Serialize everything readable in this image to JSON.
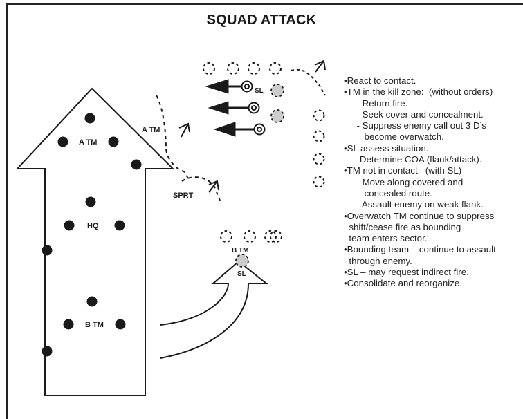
{
  "title": "SQUAD ATTACK",
  "diagram_labels": {
    "a_tm": "A TM",
    "a_tm_move": "A TM",
    "hq": "HQ",
    "b_tm": "B TM",
    "sprt": "SPRT",
    "sl_top": "SL",
    "b_tm_objective": "B TM",
    "sl_objective": "SL"
  },
  "notes": [
    "•React to contact.",
    "•TM in the kill zone:  (without orders)",
    "     - Return fire.",
    "     - Seek cover and concealment.",
    "     - Suppress enemy call out 3 D’s",
    "        become overwatch.",
    "•SL assess situation.",
    "    - Determine COA (flank/attack).",
    "•TM not in contact:  (with SL)",
    "     - Move along covered and",
    "        concealed route.",
    "     - Assault enemy on weak flank.",
    "•Overwatch TM continue to suppress",
    "  shift/cease fire as bounding",
    "  team enters sector.",
    "•Bounding team – continue to assault",
    "  through enemy.",
    "•SL – may request indirect fire.",
    "•Consolidate and reorganize."
  ],
  "colors": {
    "ink": "#1a1a1a",
    "enemy_fill": "#cccccc"
  }
}
